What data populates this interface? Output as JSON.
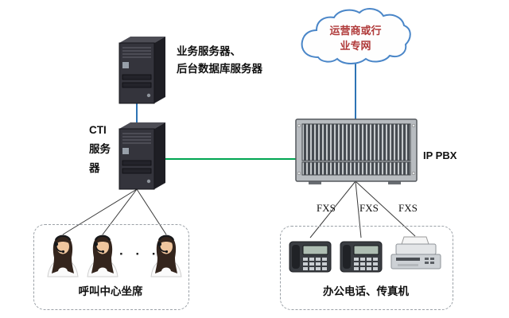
{
  "nodes": {
    "cloud": {
      "label_line1": "运营商或行",
      "label_line2": "业专网"
    },
    "business_server": {
      "label_line1": "业务服务器、",
      "label_line2": "后台数据库服务器"
    },
    "cti_server": {
      "label_line1": "CTI",
      "label_line2": "服务",
      "label_line3": "器"
    },
    "ip_pbx": {
      "label": "IP PBX"
    },
    "fxs_ports": [
      "FXS",
      "FXS",
      "FXS"
    ],
    "call_center": {
      "label": "呼叫中心坐席",
      "dots": "· · ·"
    },
    "office": {
      "label": "办公电话、传真机"
    }
  },
  "colors": {
    "cloud_outline": "#4a86c8",
    "cloud_text": "#b03a3a",
    "link_blue": "#2e74b5",
    "link_green": "#00a551",
    "link_plain": "#3a3a3a",
    "box_border": "#9aa0a6"
  }
}
